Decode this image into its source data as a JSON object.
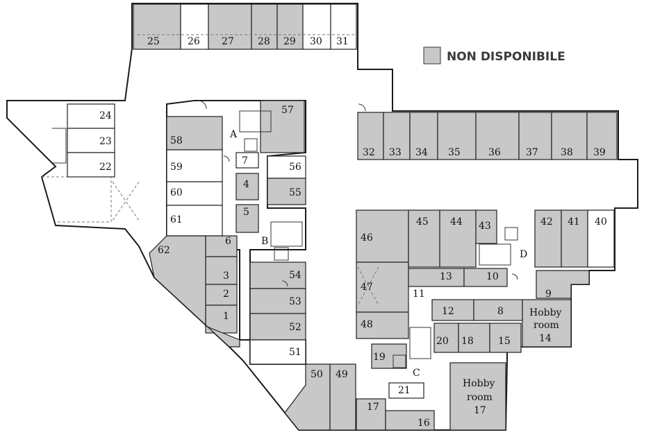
{
  "legend": {
    "label": "NON DISPONIBILE",
    "swatch_color": "#c8c8c8"
  },
  "colors": {
    "unavailable": "#c8c8c8",
    "available": "#ffffff",
    "walls": "#1a1a1a"
  },
  "stairs": {
    "a": "A",
    "b": "B",
    "c": "C",
    "d": "D"
  },
  "units": {
    "u1": "1",
    "u2": "2",
    "u3": "3",
    "u4": "4",
    "u5": "5",
    "u6": "6",
    "u7": "7",
    "u8": "8",
    "u9": "9",
    "u10": "10",
    "u11": "11",
    "u12": "12",
    "u13": "13",
    "u15": "15",
    "u16": "16",
    "u17": "17",
    "u18": "18",
    "u19": "19",
    "u20": "20",
    "u21": "21",
    "u22": "22",
    "u23": "23",
    "u24": "24",
    "u25": "25",
    "u26": "26",
    "u27": "27",
    "u28": "28",
    "u29": "29",
    "u30": "30",
    "u31": "31",
    "u32": "32",
    "u33": "33",
    "u34": "34",
    "u35": "35",
    "u36": "36",
    "u37": "37",
    "u38": "38",
    "u39": "39",
    "u40": "40",
    "u41": "41",
    "u42": "42",
    "u43": "43",
    "u44": "44",
    "u45": "45",
    "u46": "46",
    "u47": "47",
    "u48": "48",
    "u49": "49",
    "u50": "50",
    "u51": "51",
    "u52": "52",
    "u53": "53",
    "u54": "54",
    "u55": "55",
    "u56": "56",
    "u57": "57",
    "u58": "58",
    "u59": "59",
    "u60": "60",
    "u61": "61",
    "u62": "62"
  },
  "hobby_14": {
    "line1": "Hobby",
    "line2": "room",
    "line3": "14"
  },
  "hobby_17": {
    "line1": "Hobby",
    "line2": "room",
    "line3": "17"
  }
}
